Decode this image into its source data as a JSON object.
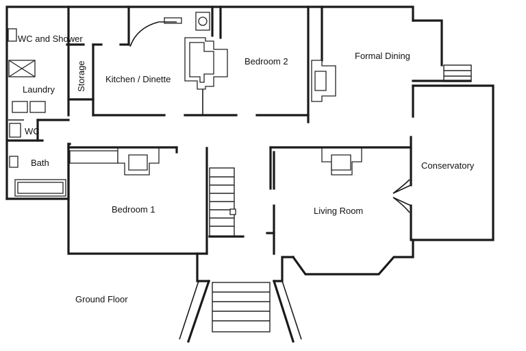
{
  "rooms": {
    "wc_shower": "WC and Shower",
    "storage": "Storage",
    "kitchen": "Kitchen / Dinette",
    "bedroom2": "Bedroom 2",
    "formal_dining": "Formal Dining",
    "laundry": "Laundry",
    "wc": "WC",
    "bath": "Bath",
    "conservatory": "Conservatory",
    "bedroom1": "Bedroom 1",
    "living_room": "Living Room"
  },
  "floor_label": "Ground Floor"
}
